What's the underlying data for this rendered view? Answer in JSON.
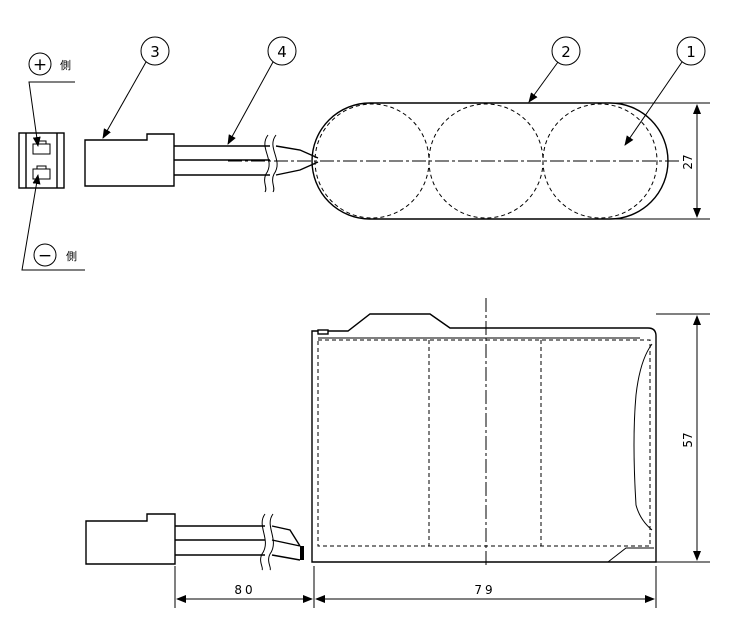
{
  "callouts": {
    "c1": "1",
    "c2": "2",
    "c3": "3",
    "c4": "4"
  },
  "polarity": {
    "plus_symbol": "+",
    "plus_label": "側",
    "minus_symbol": "−",
    "minus_label": "側"
  },
  "dimensions": {
    "pack_thickness": "27",
    "pack_height": "57",
    "lead_length": "80",
    "pack_length": "79"
  }
}
